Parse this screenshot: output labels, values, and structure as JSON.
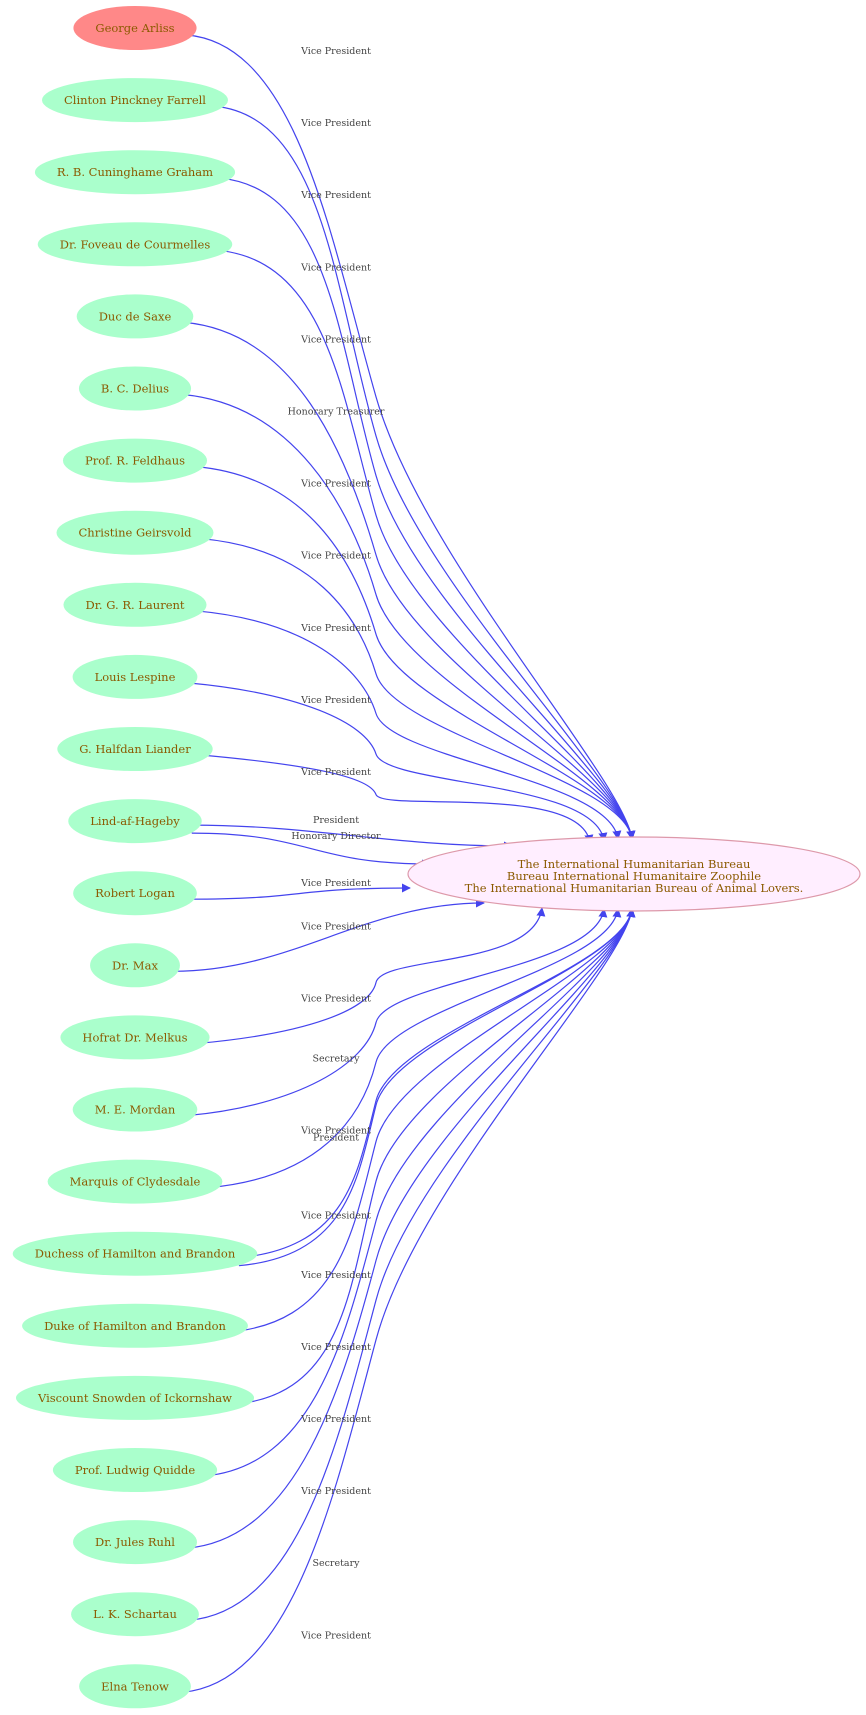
{
  "colors": {
    "member_fill": "#aaffcc",
    "highlight_fill": "#ff8888",
    "center_fill": "#ffeeff",
    "center_stroke": "#dd99aa",
    "edge": "#4444ee",
    "node_text": "#8b5a00",
    "edge_text": "#444444"
  },
  "center": {
    "lines": [
      "The International Humanitarian Bureau",
      "Bureau International Humanitaire Zoophile",
      "The International Humanitarian Bureau of Animal Lovers."
    ]
  },
  "people": [
    {
      "name": "George Arliss",
      "highlight": true,
      "edges": [
        "Vice President"
      ]
    },
    {
      "name": "Clinton Pinckney Farrell",
      "edges": [
        "Vice President"
      ]
    },
    {
      "name": "R. B. Cuninghame Graham",
      "edges": [
        "Vice President"
      ]
    },
    {
      "name": "Dr. Foveau de Courmelles",
      "edges": [
        "Vice President"
      ]
    },
    {
      "name": "Duc de Saxe",
      "edges": [
        "Vice President"
      ]
    },
    {
      "name": "B. C. Delius",
      "edges": [
        "Honorary Treasurer"
      ]
    },
    {
      "name": "Prof. R. Feldhaus",
      "edges": [
        "Vice President"
      ]
    },
    {
      "name": "Christine Geirsvold",
      "edges": [
        "Vice President"
      ]
    },
    {
      "name": "Dr. G. R. Laurent",
      "edges": [
        "Vice President"
      ]
    },
    {
      "name": "Louis Lespine",
      "edges": [
        "Vice President"
      ]
    },
    {
      "name": "G. Halfdan Liander",
      "edges": [
        "Vice President"
      ]
    },
    {
      "name": "Lind-af-Hageby",
      "edges": [
        "President",
        "Honorary Director"
      ]
    },
    {
      "name": "Robert Logan",
      "edges": [
        "Vice President"
      ]
    },
    {
      "name": "Dr. Max",
      "edges": [
        "Vice President"
      ]
    },
    {
      "name": "Hofrat Dr. Melkus",
      "edges": [
        "Vice President"
      ]
    },
    {
      "name": "M. E. Mordan",
      "edges": [
        "Secretary"
      ]
    },
    {
      "name": "Marquis of Clydesdale",
      "edges": [
        "Vice President"
      ]
    },
    {
      "name": "Duchess of Hamilton and Brandon",
      "edges": [
        "President",
        "Vice President"
      ]
    },
    {
      "name": "Duke of Hamilton and Brandon",
      "edges": [
        "Vice President"
      ]
    },
    {
      "name": "Viscount Snowden of Ickornshaw",
      "edges": [
        "Vice President"
      ]
    },
    {
      "name": "Prof. Ludwig Quidde",
      "edges": [
        "Vice President"
      ]
    },
    {
      "name": "Dr. Jules Ruhl",
      "edges": [
        "Vice President"
      ]
    },
    {
      "name": "L. K. Schartau",
      "edges": [
        "Secretary"
      ]
    },
    {
      "name": "Elna Tenow",
      "edges": [
        "Vice President"
      ]
    }
  ]
}
